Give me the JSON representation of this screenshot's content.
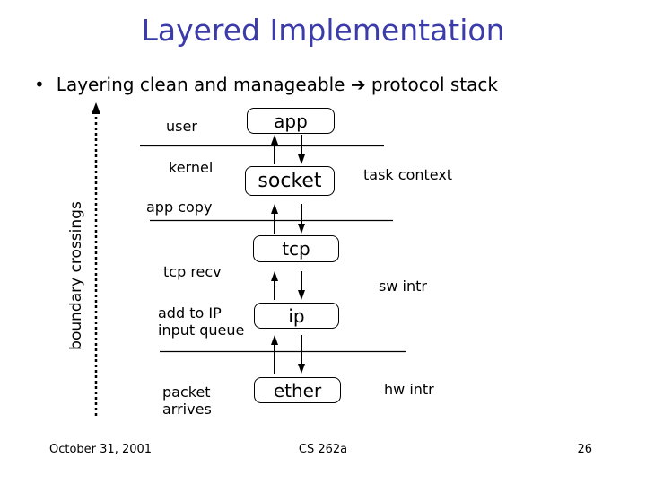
{
  "colors": {
    "title": "#3b3baa",
    "text": "#000000"
  },
  "title": "Layered Implementation",
  "bullet": {
    "marker": "•",
    "text": "Layering clean and manageable ➔ protocol stack"
  },
  "diagram": {
    "axis_label": "boundary crossings",
    "boxes": {
      "app": "app",
      "socket": "socket",
      "tcp": "tcp",
      "ip": "ip",
      "ether": "ether"
    },
    "labels": {
      "user": "user",
      "kernel": "kernel",
      "app_copy": "app copy",
      "tcp_recv": "tcp recv",
      "add_to_ip_line1": "add to IP",
      "add_to_ip_line2": "input queue",
      "packet_line1": "packet",
      "packet_line2": "arrives",
      "task_context": "task context",
      "sw_intr": "sw intr",
      "hw_intr": "hw intr"
    }
  },
  "footer": {
    "date": "October 31, 2001",
    "course": "CS 262a",
    "page": "26"
  }
}
